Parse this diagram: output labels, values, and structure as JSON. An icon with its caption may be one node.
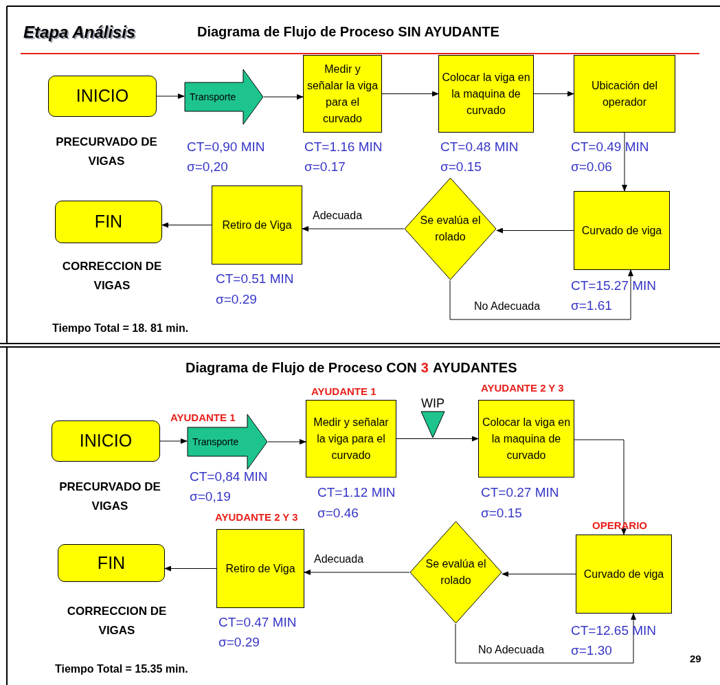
{
  "diagram": {
    "title": "Etapa Análisis",
    "nodes": [
      {
        "text": [
          "INICIO"
        ],
        "beside": [
          "PRECURVADO DE VIGAS"
        ]
      },
      {
        "text": [
          "Transporte"
        ],
        "beside": [
          "CT=0,90 MIN",
          "σ=0,20"
        ]
      },
      {
        "text": [
          "Medir y señalar la viga para el curvado"
        ],
        "beside": [
          "CT=1.16 MIN",
          "σ=0.17"
        ]
      },
      {
        "text": [
          "Colocar la viga en la maquina de curvado"
        ],
        "beside": [
          "CT=0.48 MIN",
          "σ=0.15"
        ]
      },
      {
        "text": [
          "Ubicación del operador"
        ],
        "beside": [
          "CT=0.49 MIN",
          "σ=0.06"
        ]
      },
      {
        "text": [
          "Curvado de viga"
        ],
        "beside": [
          "CT=15.27 MIN",
          "σ=1.61"
        ]
      },
      {
        "text": [
          "Se evalúa el rolado"
        ]
      },
      {
        "text": [
          "Retiro de Viga"
        ],
        "beside": [
          "CT=0.51 MIN",
          "σ=0.29"
        ]
      },
      {
        "text": [
          "FIN"
        ],
        "beside": [
          "CORRECCION DE VIGAS"
        ]
      },
      {
        "text": [
          "INICIO"
        ],
        "beside": [
          "PRECURVADO DE VIGAS"
        ]
      },
      {
        "text": [
          "Transporte"
        ],
        "beside": [
          "AYUDANTE 1",
          "CT=0,84 MIN",
          "σ=0,19"
        ]
      },
      {
        "text": [
          "Medir y señalar la viga para el curvado"
        ],
        "beside": [
          "AYUDANTE 1",
          "CT=1.12 MIN",
          "σ=0.46"
        ]
      },
      {
        "text": [
          "WIP"
        ]
      },
      {
        "text": [
          "Colocar la viga en la maquina de curvado"
        ],
        "beside": [
          "AYUDANTE 2 Y 3",
          "CT=0.27 MIN",
          "σ=0.15"
        ]
      },
      {
        "text": [
          "Curvado de viga"
        ],
        "beside": [
          "OPERARIO",
          "CT=12.65 MIN",
          "σ=1.30"
        ]
      },
      {
        "text": [
          "Se evalúa el rolado"
        ]
      },
      {
        "text": [
          "Retiro de Viga"
        ],
        "beside": [
          "AYUDANTE 2 Y 3",
          "CT=0.47 MIN",
          "σ=0.29"
        ]
      },
      {
        "text": [
          "FIN"
        ],
        "beside": [
          "CORRECCION DE VIGAS"
        ]
      }
    ],
    "edges": [
      {
        "from": 0,
        "to": 1,
        "arrow": "to"
      },
      {
        "from": 1,
        "to": 2,
        "arrow": "to"
      },
      {
        "from": 2,
        "to": 3,
        "arrow": "to"
      },
      {
        "from": 3,
        "to": 4,
        "arrow": "to"
      },
      {
        "from": 4,
        "to": 5,
        "arrow": "to"
      },
      {
        "from": 5,
        "to": 6,
        "arrow": "to"
      },
      {
        "from": 6,
        "to": 7,
        "arrow": "to",
        "label": "Adecuada"
      },
      {
        "from": 7,
        "to": 8,
        "arrow": "to"
      },
      {
        "from": 6,
        "to": 5,
        "arrow": "to",
        "label": "No Adecuada"
      },
      {
        "from": 9,
        "to": 10,
        "arrow": "to"
      },
      {
        "from": 10,
        "to": 11,
        "arrow": "to"
      },
      {
        "from": 11,
        "to": 13,
        "arrow": "to"
      },
      {
        "from": 13,
        "to": 14,
        "arrow": "to"
      },
      {
        "from": 14,
        "to": 15,
        "arrow": "to"
      },
      {
        "from": 15,
        "to": 16,
        "arrow": "to",
        "label": "Adecuada"
      },
      {
        "from": 16,
        "to": 17,
        "arrow": "to"
      },
      {
        "from": 15,
        "to": 14,
        "arrow": "to",
        "label": "No Adecuada"
      }
    ],
    "labels": [
      "Diagrama de Flujo de Proceso SIN AYUDANTE",
      "Tiempo Total = 18. 81 min.",
      "Diagrama de Flujo de Proceso CON",
      "3",
      "AYUDANTES",
      "Tiempo Total = 15.35 min.",
      "29"
    ]
  }
}
